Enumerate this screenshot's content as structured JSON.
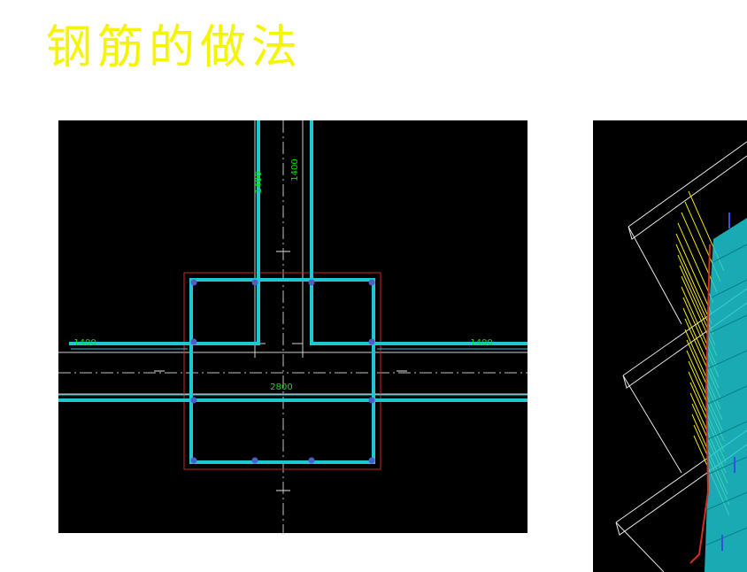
{
  "slide": {
    "title": "钢筋的做法"
  },
  "plan": {
    "dims": {
      "wall_left": "1400",
      "wall_right": "1400",
      "branch_left": "1400",
      "branch_right": "1400",
      "column_width": "2800"
    }
  },
  "colors": {
    "title": "#f5f500",
    "rebar": "#1ec8d2",
    "dimension_text": "#00e000",
    "outline": "#c82828",
    "node": "#4a5fc8",
    "background": "#000000"
  }
}
